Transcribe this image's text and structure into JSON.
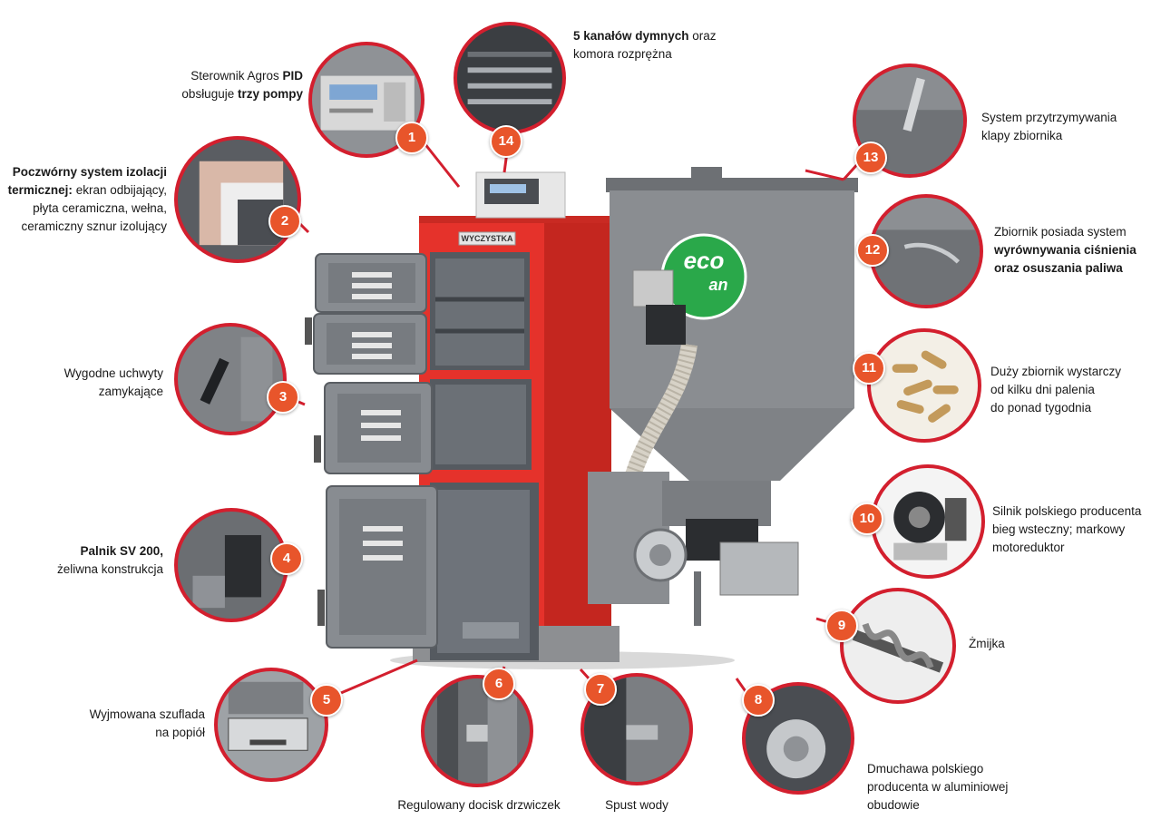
{
  "boiler": {
    "door_label": "WYCZYSTKA",
    "logo_text_top": "eco",
    "logo_text_bottom": "an"
  },
  "callouts": [
    {
      "num": "1",
      "lines": [
        [
          "Sterownik Agros ",
          ""
        ],
        [
          "PID",
          "b"
        ]
      ],
      "line2": [
        [
          "obsługuje ",
          ""
        ],
        [
          "trzy pompy",
          "b"
        ]
      ]
    },
    {
      "num": "2",
      "line1": [
        [
          "Poczwórny system izolacji",
          "b"
        ]
      ],
      "line2": [
        [
          "termicznej:",
          "b"
        ],
        [
          " ekran odbijający,",
          ""
        ]
      ],
      "line3": "płyta ceramiczna, wełna,",
      "line4": "ceramiczny sznur izolujący"
    },
    {
      "num": "3",
      "line1": "Wygodne uchwyty",
      "line2": "zamykające"
    },
    {
      "num": "4",
      "line1": "Palnik SV 200,",
      "line2": "żeliwna konstrukcja"
    },
    {
      "num": "5",
      "line1": "Wyjmowana szuflada",
      "line2": "na popiół"
    },
    {
      "num": "6",
      "line1": "Regulowany docisk drzwiczek"
    },
    {
      "num": "7",
      "line1": "Spust wody"
    },
    {
      "num": "8",
      "line1": "Dmuchawa polskiego",
      "line2": "producenta w aluminiowej",
      "line3": "obudowie"
    },
    {
      "num": "9",
      "line1": "Żmijka"
    },
    {
      "num": "10",
      "line1": "Silnik polskiego producenta",
      "line2": "bieg wsteczny; markowy",
      "line3": "motoreduktor"
    },
    {
      "num": "11",
      "line1": "Duży zbiornik wystarczy",
      "line2": "od kilku dni palenia",
      "line3": "do ponad tygodnia"
    },
    {
      "num": "12",
      "line1": "Zbiornik posiada system",
      "line2": "wyrównywania ciśnienia",
      "line3": "oraz osuszania paliwa"
    },
    {
      "num": "13",
      "line1": "System przytrzymywania",
      "line2": "klapy zbiornika"
    },
    {
      "num": "14",
      "line1": "5 kanałów dymnych",
      "line1b": " oraz",
      "line2": "komora rozprężna"
    }
  ],
  "text": {
    "c1a": "Sterownik Agros ",
    "c1b": "PID",
    "c1c": "obsługuje ",
    "c1d": "trzy pompy",
    "c2a": "Poczwórny system izolacji",
    "c2b": "termicznej:",
    "c2c": " ekran odbijający,",
    "c2d": "płyta ceramiczna, wełna,",
    "c2e": "ceramiczny sznur izolujący",
    "c3a": "Wygodne uchwyty",
    "c3b": "zamykające",
    "c4a": "Palnik SV 200,",
    "c4b": "żeliwna konstrukcja",
    "c5a": "Wyjmowana szuflada",
    "c5b": "na popiół",
    "c6a": "Regulowany docisk drzwiczek",
    "c7a": "Spust wody",
    "c8a": "Dmuchawa polskiego",
    "c8b": "producenta w aluminiowej",
    "c8c": "obudowie",
    "c9a": "Żmijka",
    "c10a": "Silnik polskiego producenta",
    "c10b": "bieg wsteczny; markowy",
    "c10c": "motoreduktor",
    "c11a": "Duży zbiornik wystarczy",
    "c11b": "od kilku dni palenia",
    "c11c": "do ponad tygodnia",
    "c12a": "Zbiornik posiada system",
    "c12b": "wyrównywania ciśnienia",
    "c12c": "oraz osuszania paliwa",
    "c13a": "System przytrzymywania",
    "c13b": "klapy zbiornika",
    "c14a": "5 kanałów dymnych",
    "c14b": " oraz",
    "c14c": "komora rozprężna"
  },
  "badges": [
    "1",
    "2",
    "3",
    "4",
    "5",
    "6",
    "7",
    "8",
    "9",
    "10",
    "11",
    "12",
    "13",
    "14"
  ],
  "colors": {
    "accent_red": "#d31f2e",
    "badge_orange": "#e8552b",
    "boiler_red": "#e5322b",
    "steel_gray": "#7b7d80",
    "logo_green": "#2aa84a"
  }
}
